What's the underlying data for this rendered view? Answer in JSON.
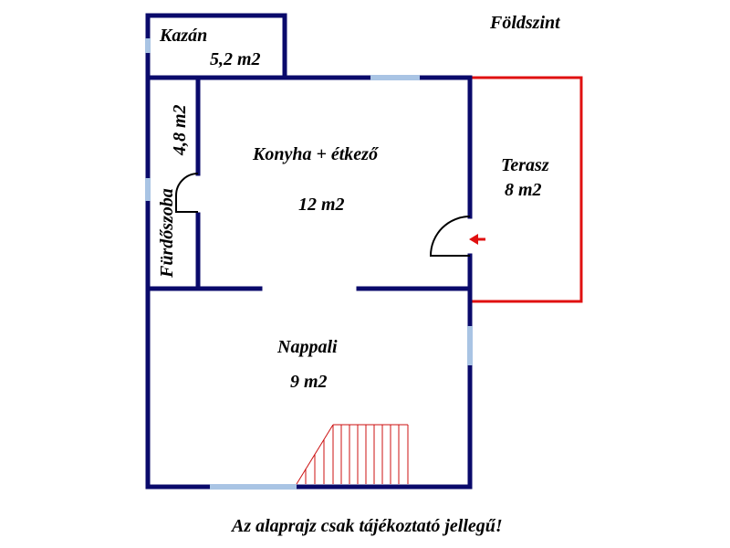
{
  "title": "Földszint",
  "disclaimer": "Az alaprajz csak tájékoztató jellegű!",
  "rooms": {
    "kazan": {
      "name": "Kazán",
      "area": "5,2 m2"
    },
    "furdoszoba": {
      "name": "Fürdőszoba",
      "area": "4,8 m2"
    },
    "konyha": {
      "name": "Konyha + étkező",
      "area": "12 m2"
    },
    "terasz": {
      "name": "Terasz",
      "area": "8 m2"
    },
    "nappali": {
      "name": "Nappali",
      "area": "9 m2"
    }
  },
  "colors": {
    "wall": "#0a0a6b",
    "window": "#a9c4e4",
    "terrace": "#e01010",
    "stairs": "#cc1111",
    "door": "#000000",
    "entry_arrow": "#e01010"
  }
}
